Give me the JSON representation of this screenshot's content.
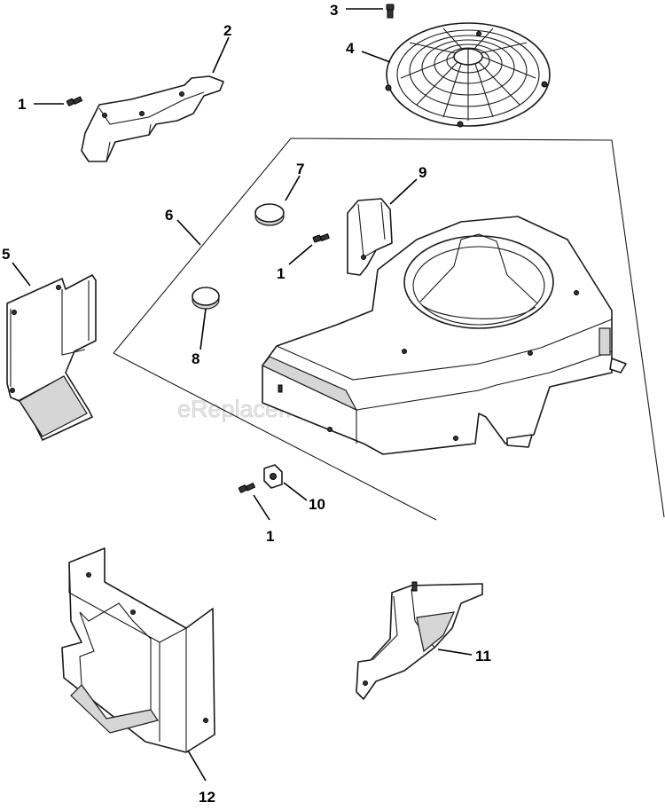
{
  "watermark": "eReplacementParts.com",
  "callouts": {
    "c1a": "1",
    "c1b": "1",
    "c1c": "1",
    "c2": "2",
    "c3": "3",
    "c4": "4",
    "c5": "5",
    "c6": "6",
    "c7": "7",
    "c8": "8",
    "c9": "9",
    "c10": "10",
    "c11": "11",
    "c12": "12"
  },
  "colors": {
    "line": "#1a1a1a",
    "watermark": "#e4e4e4",
    "background": "#ffffff"
  }
}
